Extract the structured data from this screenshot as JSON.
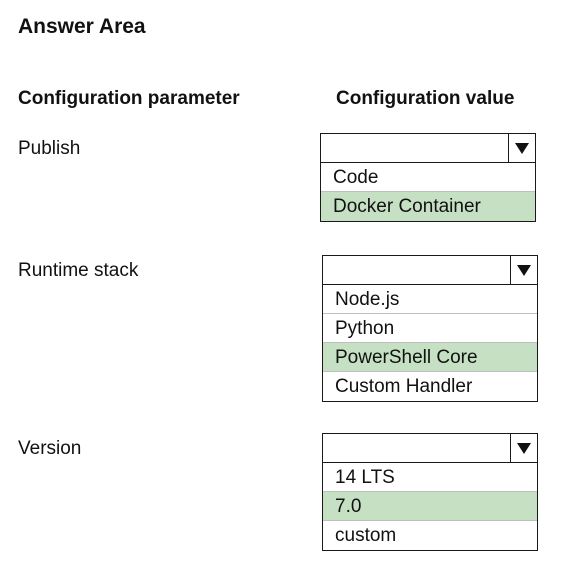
{
  "title": "Answer Area",
  "headers": {
    "parameter": "Configuration parameter",
    "value": "Configuration value"
  },
  "colors": {
    "selected_bg": "#c6e0c4",
    "border": "#1a1a1a"
  },
  "rows": [
    {
      "label": "Publish",
      "options": [
        {
          "text": "Code",
          "selected": false
        },
        {
          "text": "Docker Container",
          "selected": true
        }
      ]
    },
    {
      "label": "Runtime stack",
      "options": [
        {
          "text": "Node.js",
          "selected": false
        },
        {
          "text": "Python",
          "selected": false
        },
        {
          "text": "PowerShell Core",
          "selected": true
        },
        {
          "text": "Custom Handler",
          "selected": false
        }
      ]
    },
    {
      "label": "Version",
      "options": [
        {
          "text": "14 LTS",
          "selected": false
        },
        {
          "text": "7.0",
          "selected": true
        },
        {
          "text": "custom",
          "selected": false
        }
      ]
    }
  ]
}
